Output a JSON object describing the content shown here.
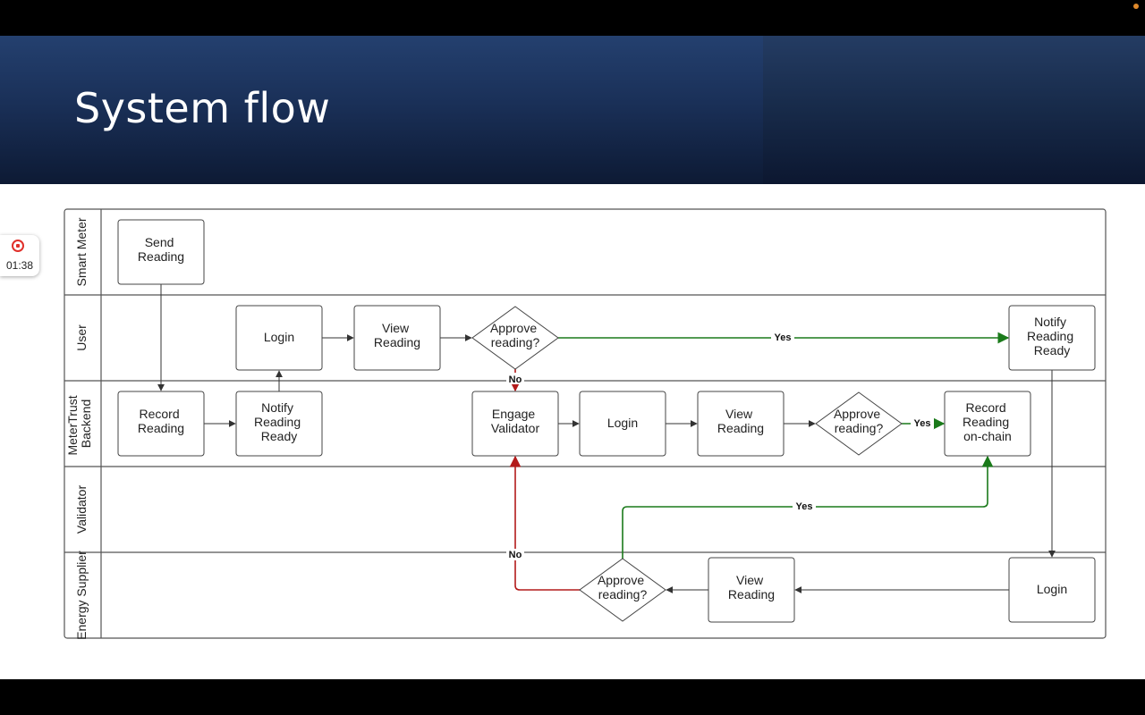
{
  "slide": {
    "title": "System flow"
  },
  "recording": {
    "time": "01:38"
  },
  "lanes": [
    {
      "label": "Smart Meter"
    },
    {
      "label": "User"
    },
    {
      "label_lines": [
        "MeterTrust",
        "Backend"
      ]
    },
    {
      "label": "Validator"
    },
    {
      "label": "Energy Supplier"
    }
  ],
  "nodes": {
    "send_reading": [
      "Send",
      "Reading"
    ],
    "user_login": [
      "Login"
    ],
    "user_view_reading": [
      "View",
      "Reading"
    ],
    "user_approve": [
      "Approve",
      "reading?"
    ],
    "user_notify_ready": [
      "Notify",
      "Reading",
      "Ready"
    ],
    "record_reading": [
      "Record",
      "Reading"
    ],
    "backend_notify_ready": [
      "Notify",
      "Reading",
      "Ready"
    ],
    "engage_validator": [
      "Engage",
      "Validator"
    ],
    "backend_login": [
      "Login"
    ],
    "backend_view_reading": [
      "View",
      "Reading"
    ],
    "backend_approve": [
      "Approve",
      "reading?"
    ],
    "record_onchain": [
      "Record",
      "Reading",
      "on-chain"
    ],
    "supplier_approve": [
      "Approve",
      "reading?"
    ],
    "supplier_view_reading": [
      "View",
      "Reading"
    ],
    "supplier_login": [
      "Login"
    ]
  },
  "edge_labels": {
    "user_yes": "Yes",
    "user_no": "No",
    "backend_yes": "Yes",
    "supplier_yes": "Yes",
    "supplier_no": "No"
  },
  "colors": {
    "yes": "#1a7a1a",
    "no": "#b31b1b",
    "line": "#333333"
  }
}
